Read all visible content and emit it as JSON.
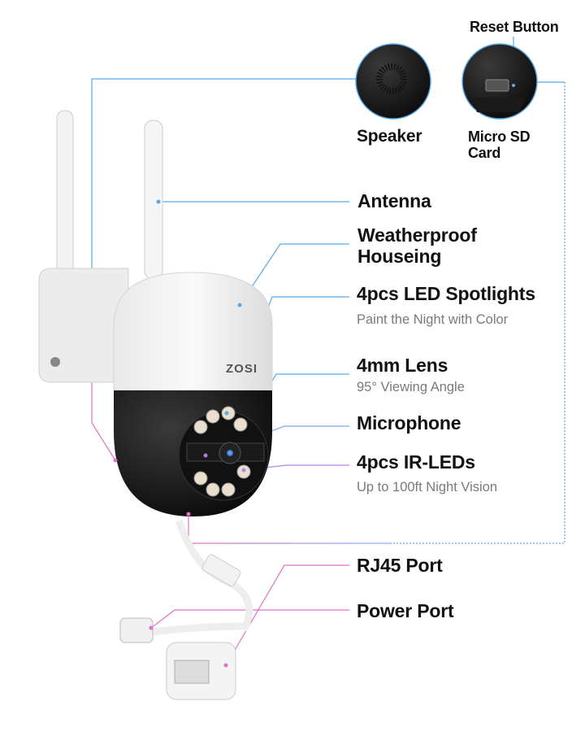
{
  "brand_logo": "ZOSI",
  "features": {
    "reset_button": "Reset Button",
    "speaker": "Speaker",
    "micro_sd_line1": "Micro SD",
    "micro_sd_line2": "Card",
    "antenna": "Antenna",
    "housing_line1": "Weatherproof",
    "housing_line2": "Houseing",
    "led_spotlights": "4pcs LED Spotlights",
    "led_spotlights_sub": "Paint the Night with Color",
    "lens": "4mm Lens",
    "lens_sub": "95° Viewing Angle",
    "microphone": "Microphone",
    "ir_leds": "4pcs IR-LEDs",
    "ir_leds_sub": "Up to 100ft Night Vision",
    "rj45": "RJ45 Port",
    "power": "Power Port"
  },
  "colors": {
    "blue_line": "#5aa9e6",
    "pink_line": "#e070c8",
    "purple_line": "#a98be8"
  }
}
